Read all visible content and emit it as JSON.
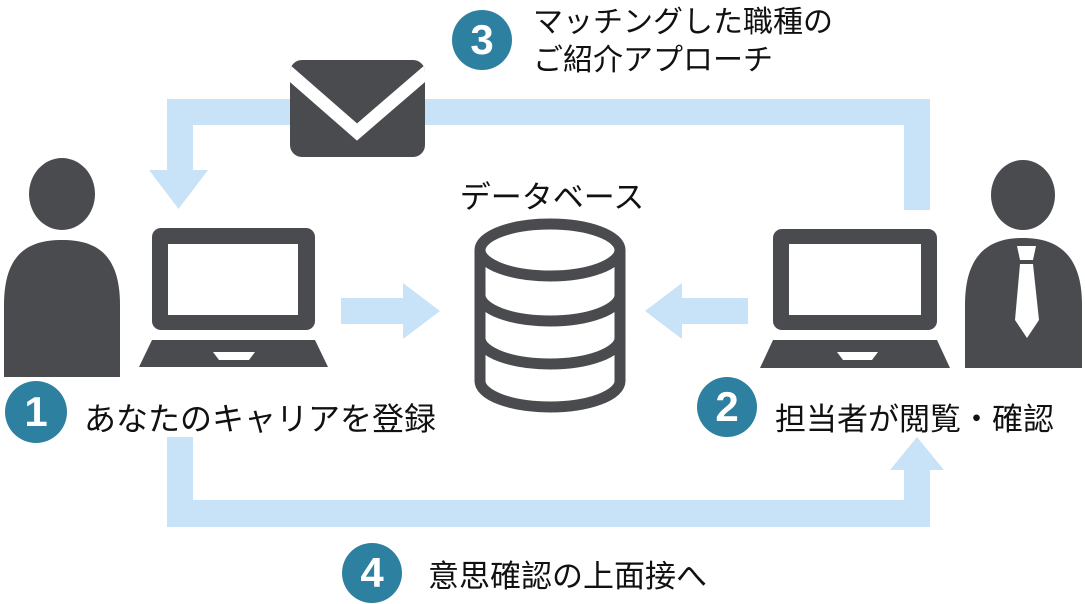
{
  "diagram_title": "データベース",
  "database_label": "データベース",
  "steps": [
    {
      "number": "1",
      "label": "あなたのキャリアを登録"
    },
    {
      "number": "2",
      "label": "担当者が閲覧・確認"
    },
    {
      "number": "3",
      "label_line1": "マッチングした職種の",
      "label_line2": "ご紹介アプローチ"
    },
    {
      "number": "4",
      "label": "意思確認の上面接へ"
    }
  ],
  "icons": {
    "candidate": "person-icon",
    "candidate_computer": "laptop-icon",
    "mail": "envelope-icon",
    "database": "database-cylinder-icon",
    "recruiter_computer": "laptop-icon",
    "recruiter": "businessperson-tie-icon"
  },
  "colors": {
    "icon_dark": "#4a4b4f",
    "arrow_blue": "#c8e2f8",
    "badge_teal": "#2e80a0",
    "text": "#111111",
    "background": "#ffffff"
  }
}
